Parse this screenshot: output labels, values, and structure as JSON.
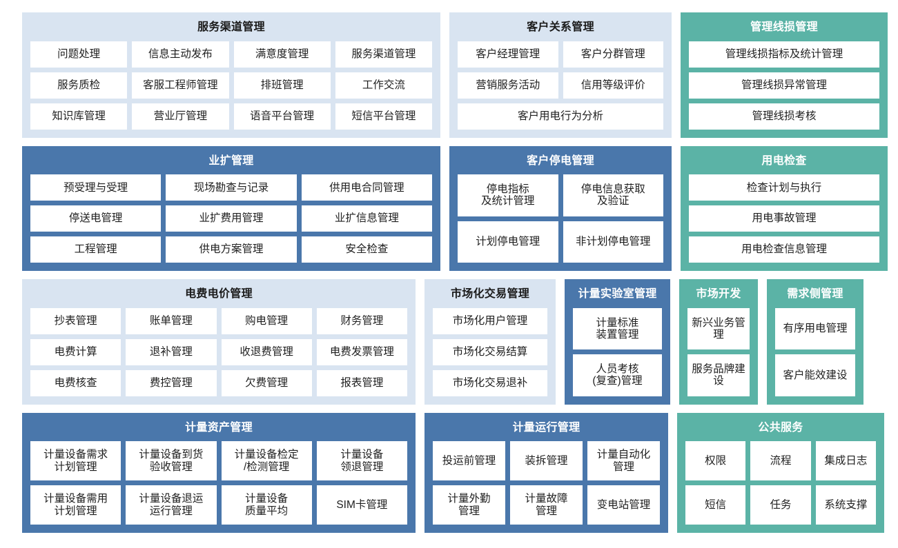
{
  "colors": {
    "light_panel": "#d9e4f1",
    "blue_panel": "#4a77ab",
    "teal_panel": "#5bb3a6",
    "tile": "#ffffff",
    "page_background": "#ffffff"
  },
  "bands": [
    {
      "name": "band-1",
      "panels": [
        {
          "title": "服务渠道管理",
          "style": "light",
          "rows": [
            [
              "问题处理",
              "信息主动发布",
              "满意度管理",
              "服务渠道管理"
            ],
            [
              "服务质检",
              "客服工程师管理",
              "排班管理",
              "工作交流"
            ],
            [
              "知识库管理",
              "营业厅管理",
              "语音平台管理",
              "短信平台管理"
            ]
          ]
        },
        {
          "title": "客户关系管理",
          "style": "light",
          "rows": [
            [
              "客户经理管理",
              "客户分群管理"
            ],
            [
              "营销服务活动",
              "信用等级评价"
            ],
            [
              "客户用电行为分析"
            ]
          ]
        },
        {
          "title": "管理线损管理",
          "style": "teal",
          "rows": [
            [
              "管理线损指标及统计管理"
            ],
            [
              "管理线损异常管理"
            ],
            [
              "管理线损考核"
            ]
          ]
        }
      ]
    },
    {
      "name": "band-2",
      "panels": [
        {
          "title": "业扩管理",
          "style": "blue",
          "rows": [
            [
              "预受理与受理",
              "现场勘查与记录",
              "供用电合同管理"
            ],
            [
              "停送电管理",
              "业扩费用管理",
              "业扩信息管理"
            ],
            [
              "工程管理",
              "供电方案管理",
              "安全检查"
            ]
          ]
        },
        {
          "title": "客户停电管理",
          "style": "blue",
          "rows": [
            [
              "停电指标\n及统计管理",
              "停电信息获取\n及验证"
            ],
            [
              "计划停电管理",
              "非计划停电管理"
            ]
          ]
        },
        {
          "title": "用电检查",
          "style": "teal",
          "rows": [
            [
              "检查计划与执行"
            ],
            [
              "用电事故管理"
            ],
            [
              "用电检查信息管理"
            ]
          ]
        }
      ]
    },
    {
      "name": "band-3",
      "panels": [
        {
          "title": "电费电价管理",
          "style": "light",
          "rows": [
            [
              "抄表管理",
              "账单管理",
              "购电管理",
              "财务管理"
            ],
            [
              "电费计算",
              "退补管理",
              "收退费管理",
              "电费发票管理"
            ],
            [
              "电费核查",
              "费控管理",
              "欠费管理",
              "报表管理"
            ]
          ]
        },
        {
          "title": "市场化交易管理",
          "style": "light",
          "rows": [
            [
              "市场化用户管理"
            ],
            [
              "市场化交易结算"
            ],
            [
              "市场化交易退补"
            ]
          ]
        },
        {
          "title": "计量实验室管理",
          "style": "blue",
          "rows": [
            [
              "计量标准\n装置管理"
            ],
            [
              "人员考核\n(复查)管理"
            ]
          ]
        },
        {
          "title": "市场开发",
          "style": "teal",
          "rows": [
            [
              "新兴业务管理"
            ],
            [
              "服务品牌建设"
            ]
          ]
        },
        {
          "title": "需求侧管理",
          "style": "teal",
          "rows": [
            [
              "有序用电管理"
            ],
            [
              "客户能效建设"
            ]
          ]
        }
      ]
    },
    {
      "name": "band-4",
      "panels": [
        {
          "title": "计量资产管理",
          "style": "blue",
          "rows": [
            [
              "计量设备需求\n计划管理",
              "计量设备到货\n验收管理",
              "计量设备检定\n/检测管理",
              "计量设备\n领退管理"
            ],
            [
              "计量设备需用\n计划管理",
              "计量设备退运\n运行管理",
              "计量设备\n质量平均",
              "SIM卡管理"
            ]
          ]
        },
        {
          "title": "计量运行管理",
          "style": "blue",
          "rows": [
            [
              "投运前管理",
              "装拆管理",
              "计量自动化\n管理"
            ],
            [
              "计量外勤\n管理",
              "计量故障\n管理",
              "变电站管理"
            ]
          ]
        },
        {
          "title": "公共服务",
          "style": "teal",
          "rows": [
            [
              "权限",
              "流程",
              "集成日志"
            ],
            [
              "短信",
              "任务",
              "系统支撑"
            ]
          ]
        }
      ]
    }
  ]
}
